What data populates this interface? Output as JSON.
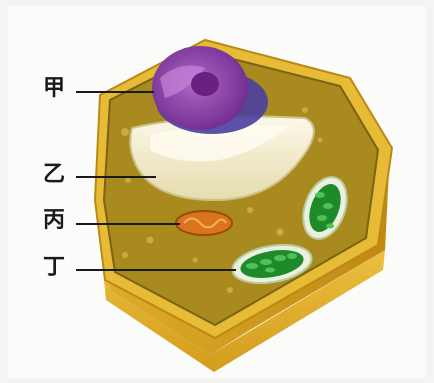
{
  "diagram": {
    "labels": {
      "jia": "甲",
      "yi": "乙",
      "bing": "丙",
      "ding": "丁"
    },
    "colors": {
      "cytoplasm": "#a88a1f",
      "cell_wall": "#e2b52e",
      "nucleus": "#7a3a9a",
      "nucleolus": "#6a2080",
      "vacuole": "#f4efcf",
      "chloroplast": "#1f8a2a",
      "mitochondrion": "#d9741c"
    }
  }
}
